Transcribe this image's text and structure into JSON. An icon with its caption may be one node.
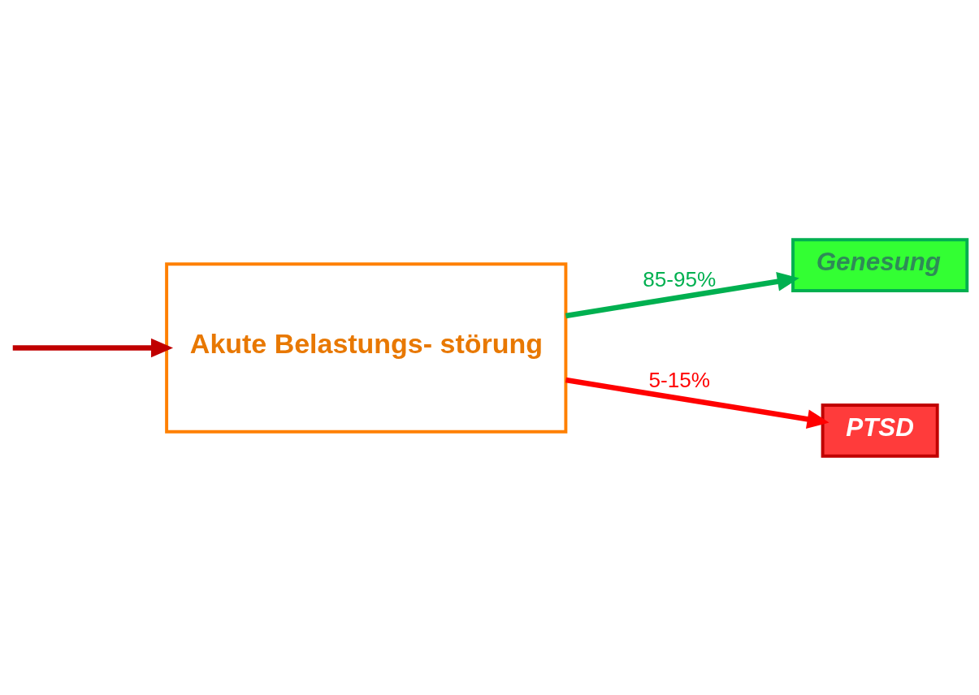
{
  "diagram": {
    "nodes": [
      {
        "text": [
          "Akute Belastungs- störung"
        ]
      },
      {
        "text": [
          "Genesung"
        ]
      },
      {
        "text": [
          "PTSD"
        ]
      }
    ],
    "edges": [
      {
        "from": null,
        "to": 0,
        "arrow": "to",
        "color": "#c00000"
      },
      {
        "from": 0,
        "to": 1,
        "arrow": "to",
        "label": "85-95%",
        "color": "#00b050"
      },
      {
        "from": 0,
        "to": 2,
        "arrow": "to",
        "label": "5-15%",
        "color": "#ff0000"
      }
    ]
  }
}
